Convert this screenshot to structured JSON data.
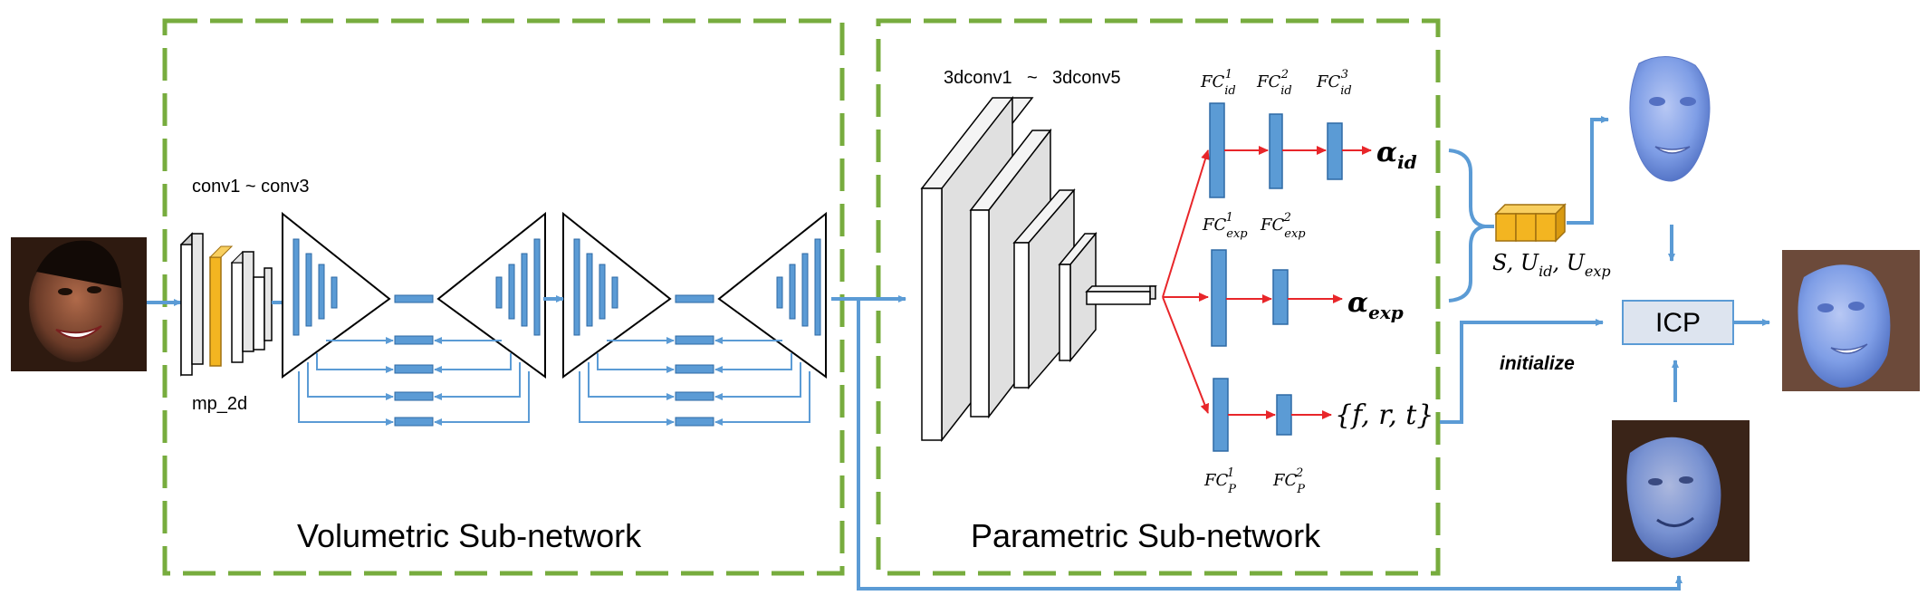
{
  "labels": {
    "volumetric_title": "Volumetric Sub-network",
    "parametric_title": "Parametric Sub-network",
    "conv_range": "conv1 ~ conv3",
    "pool": "mp_2d",
    "conv3d_range_start": "3dconv1",
    "conv3d_tilde": "~",
    "conv3d_range_end": "3dconv5",
    "icp": "ICP",
    "initialize": "initialize"
  },
  "fc": {
    "id": [
      "FC",
      "id"
    ],
    "exp": [
      "FC",
      "exp"
    ],
    "p": [
      "FC",
      "P"
    ]
  },
  "outputs": {
    "alpha": "α",
    "alpha_id_sub": "id",
    "alpha_exp_sub": "exp",
    "pose": "{f, r, t}",
    "basis": "S, U",
    "basis_id": "id",
    "basis_sep": ", U",
    "basis_exp": "exp"
  },
  "colors": {
    "green_dash": "#77ac3e",
    "blue_bar": "#5b9bd5",
    "blue_line": "#5b9bd5",
    "red_arrow": "#e8262a",
    "yellow": "#f3b521",
    "icp_fill": "#dde4ef",
    "mesh_blue": "#7f9ee6"
  }
}
